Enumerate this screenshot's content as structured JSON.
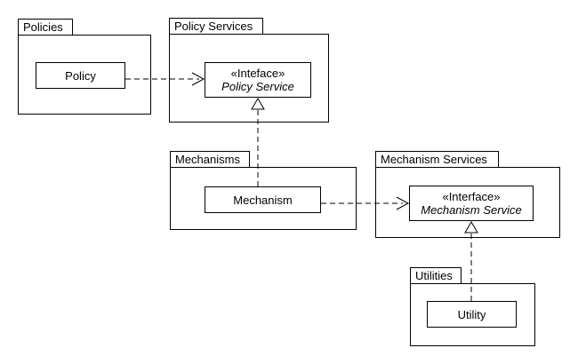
{
  "diagram": {
    "title": "UML package diagram",
    "background": "#ffffff",
    "line_color": "#000000",
    "packages": {
      "policies": {
        "label": "Policies"
      },
      "policy_services": {
        "label": "Policy Services"
      },
      "mechanisms": {
        "label": "Mechanisms"
      },
      "mechanism_services": {
        "label": "Mechanism Services"
      },
      "utilities": {
        "label": "Utilities"
      }
    },
    "classes": {
      "policy": {
        "label": "Policy"
      },
      "mechanism": {
        "label": "Mechanism"
      },
      "utility": {
        "label": "Utility"
      }
    },
    "interfaces": {
      "policy_service": {
        "stereotype": "«Inteface»",
        "name": "Policy Service"
      },
      "mechanism_service": {
        "stereotype": "«Interface»",
        "name": "Mechanism Service"
      }
    },
    "relationships": [
      {
        "type": "dependency",
        "style": "dashed-open-arrow",
        "from": "Policy",
        "to": "Policy Service"
      },
      {
        "type": "realization",
        "style": "dashed-hollow-triangle",
        "from": "Mechanism",
        "to": "Policy Service"
      },
      {
        "type": "dependency",
        "style": "dashed-open-arrow",
        "from": "Mechanism",
        "to": "Mechanism Service"
      },
      {
        "type": "realization",
        "style": "dashed-hollow-triangle",
        "from": "Utility",
        "to": "Mechanism Service"
      }
    ]
  }
}
